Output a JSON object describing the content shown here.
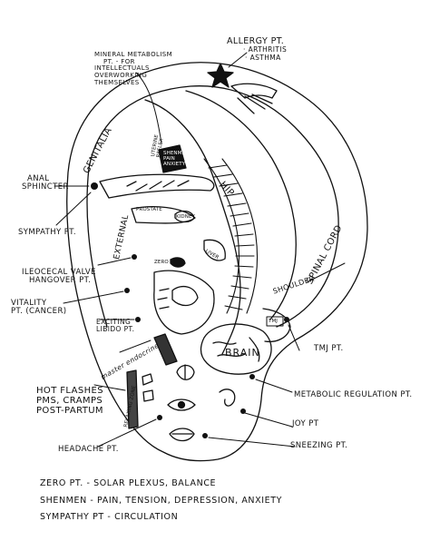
{
  "labels": {
    "mineral_metabolism": [
      "MINERAL METABOLISM",
      "PT. - FOR",
      "INTELLECTUALS",
      "OVERWORKING",
      "THEMSELVES"
    ],
    "allergy": "ALLERGY PT.",
    "arthritis": "· ARTHRITIS",
    "asthma": "· ASTHMA",
    "genitalia": "GENITALIA",
    "external": "EXTERNAL",
    "hip": "HIP",
    "spinal_cord": "SPINAL CORD",
    "shoulder": "SHOULDER",
    "anal_sphincter": [
      "ANAL",
      "SPHINCTER"
    ],
    "sympathy_pt": "SYMPATHY PT.",
    "ileocecal": [
      "ILEOCECAL VALVE",
      "HANGOVER PT."
    ],
    "vitality": [
      "VITALITY",
      "PT. (CANCER)"
    ],
    "exciting_libido": [
      "EXCITING",
      "LIBIDO PT."
    ],
    "master_endocrine": "master endocrine",
    "relaxing_zone": "RELAXING ZONE",
    "hot_flashes": [
      "HOT FLASHES",
      "PMS, CRAMPS",
      "POST-PARTUM"
    ],
    "headache": "HEADACHE PT.",
    "tmj": "TMJ PT.",
    "metabolic": "METABOLIC REGULATION PT.",
    "joy": "JOY PT",
    "sneezing": "SNEEZING PT.",
    "shenmen": [
      "SHENMEN",
      "PAIN",
      "ANXIETY"
    ],
    "uterine_reflex": [
      "UTERINE",
      "REFLEX"
    ],
    "prostate": "PROSTATE",
    "kidney": "KIDNEY",
    "liver": "LIVER",
    "zero": "ZERO",
    "brain": "BRAIN",
    "tmj_box": "TMJ"
  },
  "legend": [
    "ZERO PT. -  SOLAR PLEXUS, BALANCE",
    "SHENMEN -  PAIN, TENSION, DEPRESSION, ANXIETY",
    "SYMPATHY PT -  CIRCULATION"
  ]
}
